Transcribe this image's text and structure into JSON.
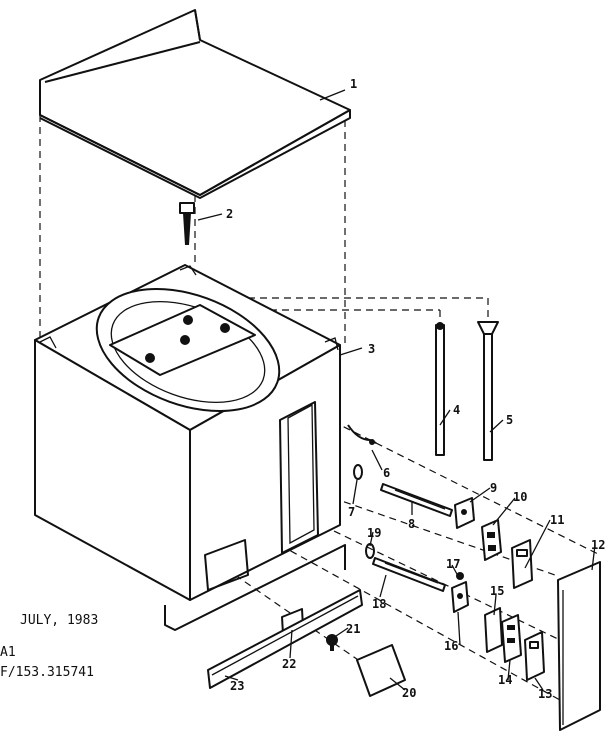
{
  "footer": {
    "date": "JULY, 1983",
    "code": "A1",
    "ref": "F/153.315741"
  },
  "parts": [
    {
      "num": "1"
    },
    {
      "num": "2"
    },
    {
      "num": "3"
    },
    {
      "num": "4"
    },
    {
      "num": "5"
    },
    {
      "num": "6"
    },
    {
      "num": "7"
    },
    {
      "num": "8"
    },
    {
      "num": "9"
    },
    {
      "num": "10"
    },
    {
      "num": "11"
    },
    {
      "num": "12"
    },
    {
      "num": "13"
    },
    {
      "num": "14"
    },
    {
      "num": "15"
    },
    {
      "num": "16"
    },
    {
      "num": "17"
    },
    {
      "num": "18"
    },
    {
      "num": "19"
    },
    {
      "num": "20"
    },
    {
      "num": "21"
    },
    {
      "num": "22"
    },
    {
      "num": "23"
    }
  ]
}
